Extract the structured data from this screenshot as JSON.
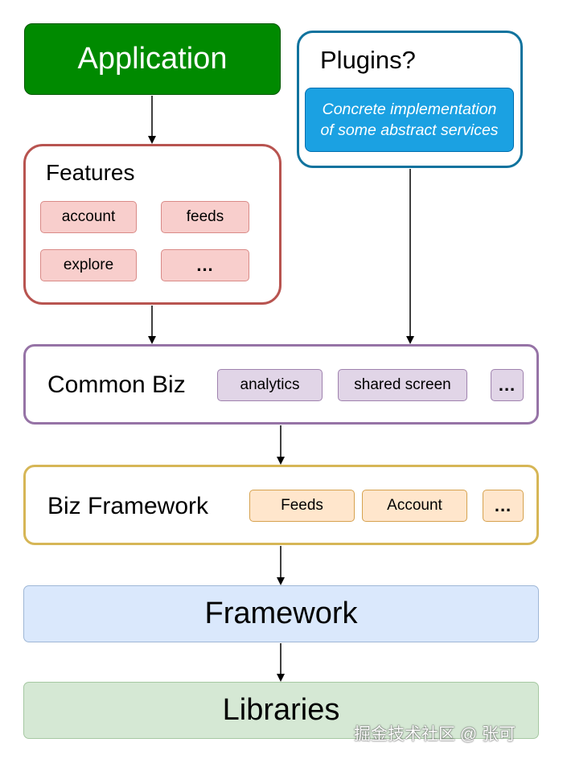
{
  "application": {
    "label": "Application"
  },
  "plugins": {
    "title": "Plugins?",
    "description_line1": "Concrete implementation",
    "description_line2": "of some abstract services"
  },
  "features": {
    "title": "Features",
    "items": [
      "account",
      "feeds",
      "explore",
      "..."
    ]
  },
  "common_biz": {
    "title": "Common Biz",
    "items": [
      "analytics",
      "shared screen",
      "..."
    ]
  },
  "biz_framework": {
    "title": "Biz Framework",
    "items": [
      "Feeds",
      "Account",
      "..."
    ]
  },
  "framework": {
    "label": "Framework"
  },
  "libraries": {
    "label": "Libraries"
  },
  "watermark": {
    "text": "掘金技术社区 @ 张可"
  },
  "colors": {
    "application_fill": "#008a00",
    "plugins_border": "#10739e",
    "plugins_fill": "#1ba1e2",
    "features_border": "#b85450",
    "common_biz_border": "#9673a6",
    "biz_framework_border": "#d6b656",
    "framework_fill": "#dae8fc",
    "libraries_fill": "#d5e8d4"
  }
}
